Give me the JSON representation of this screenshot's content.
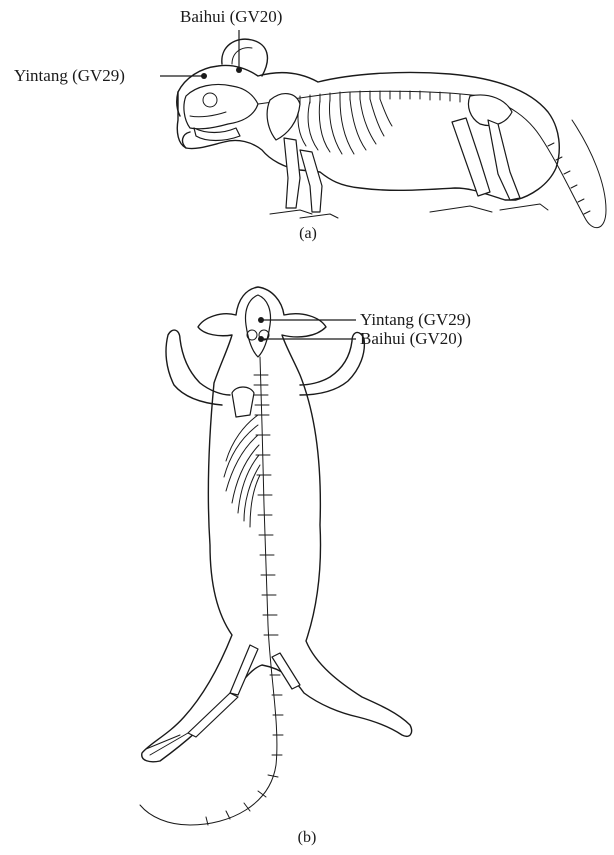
{
  "panel_a": {
    "caption": "(a)",
    "labels": {
      "baihui": "Baihui (GV20)",
      "yintang": "Yintang (GV29)"
    }
  },
  "panel_b": {
    "caption": "(b)",
    "labels": {
      "yintang": "Yintang (GV29)",
      "baihui": "Baihui (GV20)"
    }
  }
}
